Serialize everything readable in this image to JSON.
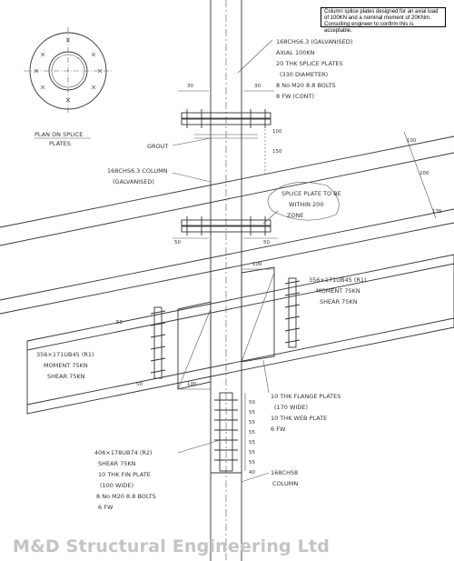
{
  "note": "Column splice plates designed for an axial load of 100KN and a nominal moment of 20KNm.  Consulting engineer to confirm this is acceptable.",
  "plan_view_label": [
    "PLAN ON SPLICE",
    "PLATES"
  ],
  "annotations": {
    "column_top": [
      "168CHS6.3 (GALVANISED)",
      "AXIAL 100KN",
      "20 THK SPLICE PLATES",
      "(330 DIAMETER)",
      "8 No M20 8.8 BOLTS",
      "8 FW (CONT)"
    ],
    "grout": "GROUT",
    "column_mid": [
      "168CHS6.3 COLUMN",
      "(GALVANISED)"
    ],
    "splice_note": [
      "SPLICE PLATE TO BE",
      "WITHIN 200",
      "ZONE"
    ],
    "beam_right": [
      "356×171UB45 (R1)",
      "MOMENT 75KN",
      "SHEAR 75KN"
    ],
    "beam_left": [
      "356×171UB45 (R1)",
      "MOMENT 75KN",
      "SHEAR 75KN"
    ],
    "flange_plates": [
      "10 THK FLANGE PLATES",
      "(170 WIDE)",
      "10 THK WEB PLATE",
      "6 FW"
    ],
    "beam_lower": [
      "406×178UB74 (R2)",
      "SHEAR 75KN",
      "10 THK FIN PLATE",
      "(100 WIDE)",
      "8 No M20 8.8 BOLTS",
      "6 FW"
    ],
    "column_bottom": [
      "168CHS8",
      "COLUMN"
    ]
  },
  "dimensions": {
    "top_left": "30",
    "top_right": "30",
    "v100": "100",
    "v150": "150",
    "slope_100": "100",
    "slope_200": "200",
    "slope_135": "135",
    "mid_left": "50",
    "mid_right": "50",
    "beam_top": "100",
    "beam_left_top": "50",
    "beam_left_bot": "50",
    "beam_bot": "100",
    "fin_stack": [
      "50",
      "55",
      "55",
      "55",
      "55",
      "55",
      "55",
      "40"
    ]
  },
  "watermark": "M&D Structural Engineering Ltd"
}
